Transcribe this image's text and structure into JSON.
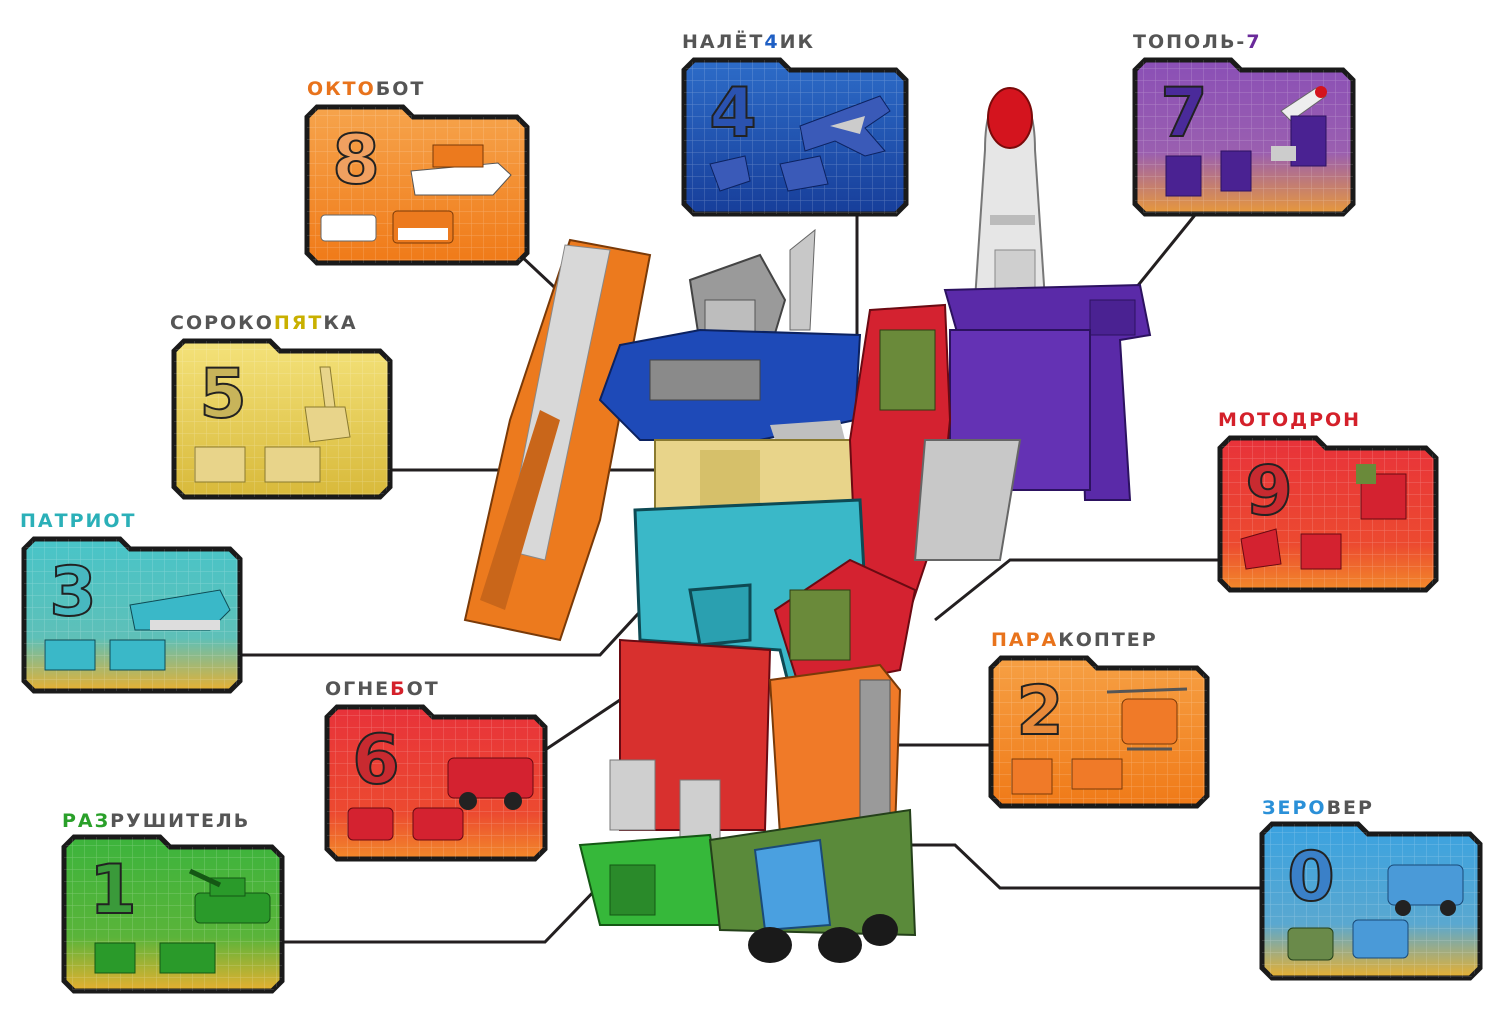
{
  "colors": {
    "leader": "#231f20",
    "frame": "#1a1a1a",
    "title_gray": "#555555"
  },
  "cards": [
    {
      "id": "oktobot",
      "title_accent": "ОКТО",
      "title_rest": "БОТ",
      "accent": "#e8731c",
      "digit": "8",
      "theme": [
        "#f6a44c",
        "#f07a18"
      ],
      "digit_color": "#f0a060",
      "icons": [
        "boat-icon",
        "boat-part-icon",
        "boat-part-icon"
      ]
    },
    {
      "id": "naletchik",
      "title_pre": "НАЛЁТ",
      "title_accent": "4",
      "title_rest": "ИК",
      "accent": "#1f5fc4",
      "digit": "4",
      "theme": [
        "#2d6cc8",
        "#173e9a"
      ],
      "digit_color": "#2a52b0",
      "icons": [
        "jet-icon",
        "jet-part-icon",
        "jet-part-icon"
      ]
    },
    {
      "id": "topol7",
      "title_rest": "ТОПОЛЬ-",
      "title_accent": "7",
      "accent": "#6a2a9a",
      "digit": "7",
      "theme": [
        "#8a4fb6",
        "#e8993a"
      ],
      "digit_color": "#4a2a9a",
      "icons": [
        "missile-icon",
        "robot-part-icon",
        "robot-part-icon"
      ]
    },
    {
      "id": "sorokopyatka",
      "title_pre": "СОРОКО",
      "title_accent": "ПЯТ",
      "title_rest": "КА",
      "accent": "#c9b000",
      "digit": "5",
      "theme": [
        "#f4e27a",
        "#d8b93a"
      ],
      "digit_color": "#c8b45a",
      "icons": [
        "cannon-icon",
        "cannon-part-icon",
        "cannon-part-icon"
      ]
    },
    {
      "id": "motodron",
      "title_accent": "МОТОДРОН",
      "accent": "#d4202a",
      "digit": "9",
      "theme": [
        "#e8323a",
        "#f28a2a"
      ],
      "digit_color": "#c82a30",
      "icons": [
        "drone-icon",
        "drone-part-icon",
        "drone-part-icon"
      ]
    },
    {
      "id": "patriot",
      "title_accent": "ПАТРИОТ",
      "accent": "#2bb0b8",
      "digit": "3",
      "theme": [
        "#48c4c8",
        "#e8b030"
      ],
      "digit_color": "#48b8c0",
      "icons": [
        "hovercraft-icon",
        "hover-part-icon",
        "hover-part-icon"
      ]
    },
    {
      "id": "paracopter",
      "title_accent": "ПАРА",
      "title_rest": "КОПТЕР",
      "accent": "#e8731c",
      "digit": "2",
      "theme": [
        "#f6a044",
        "#f07a18"
      ],
      "digit_color": "#e88a3a",
      "icons": [
        "helicopter-icon",
        "heli-part-icon",
        "heli-part-icon"
      ]
    },
    {
      "id": "ognebot",
      "title_pre": "ОГНЕ",
      "title_accent": "Б",
      "title_rest": "ОТ",
      "accent": "#d4202a",
      "digit": "6",
      "theme": [
        "#e8323a",
        "#f28a2a"
      ],
      "digit_color": "#c82a30",
      "icons": [
        "firetruck-icon",
        "truck-part-icon",
        "truck-part-icon"
      ]
    },
    {
      "id": "zerover",
      "title_accent": "ЗЕРО",
      "title_rest": "ВЕР",
      "accent": "#2a90d8",
      "digit": "0",
      "theme": [
        "#3aa2e0",
        "#e8b030"
      ],
      "digit_color": "#3a80c8",
      "icons": [
        "rover-icon",
        "rover-part-icon",
        "rover-part-icon"
      ]
    },
    {
      "id": "razrushitel",
      "title_accent": "РАЗ",
      "title_rest": "РУШИТЕЛЬ",
      "accent": "#2aa02a",
      "digit": "1",
      "theme": [
        "#3cb43c",
        "#e8b030"
      ],
      "digit_color": "#3a9a3a",
      "icons": [
        "tank-icon",
        "tank-part-icon",
        "tank-part-icon"
      ]
    }
  ]
}
